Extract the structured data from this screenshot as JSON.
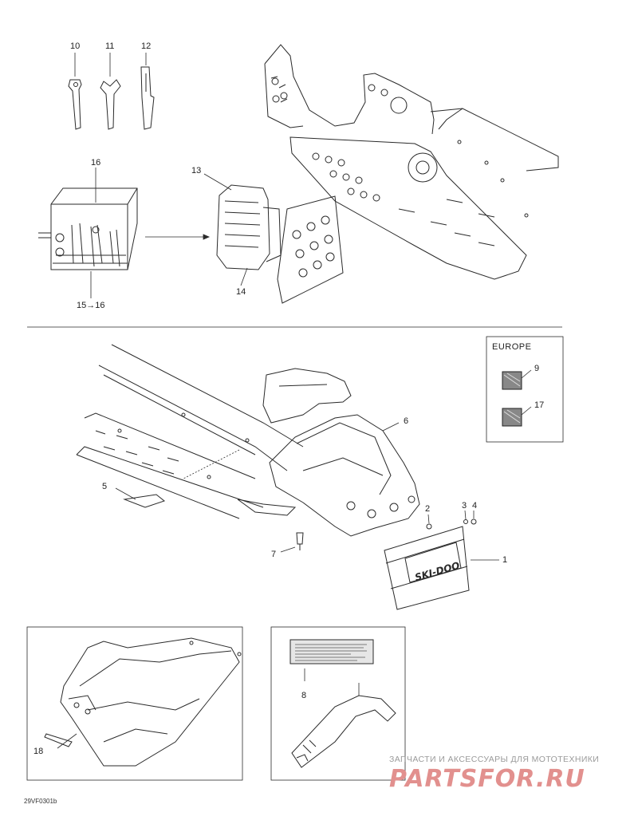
{
  "diagram": {
    "code": "29VF0301b",
    "region_label": "EUROPE",
    "callouts": [
      {
        "id": "c10",
        "text": "10"
      },
      {
        "id": "c11",
        "text": "11"
      },
      {
        "id": "c12",
        "text": "12"
      },
      {
        "id": "c16",
        "text": "16"
      },
      {
        "id": "c13",
        "text": "13"
      },
      {
        "id": "c14",
        "text": "14"
      },
      {
        "id": "c1516",
        "text": "15→16"
      },
      {
        "id": "c9",
        "text": "9"
      },
      {
        "id": "c17",
        "text": "17"
      },
      {
        "id": "c6",
        "text": "6"
      },
      {
        "id": "c5",
        "text": "5"
      },
      {
        "id": "c2",
        "text": "2"
      },
      {
        "id": "c3",
        "text": "3"
      },
      {
        "id": "c4",
        "text": "4"
      },
      {
        "id": "c7",
        "text": "7"
      },
      {
        "id": "c1",
        "text": "1"
      },
      {
        "id": "c8",
        "text": "8"
      },
      {
        "id": "c18",
        "text": "18"
      }
    ],
    "decal_text": "SKI-DOO"
  },
  "watermark": {
    "top_text": "ЗАПЧАСТИ И АКСЕССУАРЫ ДЛЯ МОТОТЕХНИКИ",
    "brand": "PARTSFOR",
    "brand_suffix": ".RU"
  },
  "colors": {
    "line": "#2a2a2a",
    "watermark_brand": "#e2908e",
    "watermark_text": "#9a9a9a"
  }
}
